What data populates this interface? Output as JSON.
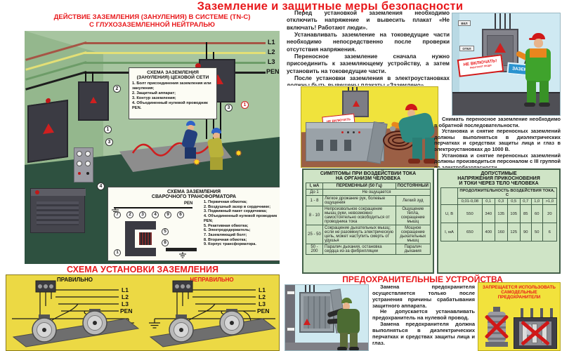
{
  "title": "Заземление и защитные меры безопасности",
  "colors": {
    "accent_red": "#e8191c",
    "table_bg": "#cfe4c6",
    "panel_yellow": "#ecd944",
    "warn_yellow": "#f2e23c"
  },
  "left": {
    "header_line1": "ДЕЙСТВИЕ ЗАЗЕМЛЕНИЯ (ЗАНУЛЕНИЯ) В СИСТЕМЕ (TN-C)",
    "header_line2": "С ГЛУХОЗАЗЕМЛЕННОЙ НЕЙТРАЛЬЮ",
    "bus_labels": [
      "L1",
      "L2",
      "L3",
      "PEN"
    ],
    "workshop_callouts": [
      "2",
      "3",
      "1",
      "3",
      "4",
      "1"
    ],
    "shop_schema": {
      "title_line1": "СХЕМА ЗАЗЕМЛЕНИЯ",
      "title_line2": "(ЗАНУЛЕНИЯ) ЦЕХОВОЙ СЕТИ",
      "items": [
        "1. Болт присоединения заземления или зануления;",
        "2. Защитный аппарат;",
        "3. Контур заземления;",
        "4. Объединенный нулевой проводник PEN."
      ]
    },
    "welder_schema": {
      "title_line1": "СХЕМА ЗАЗЕМЛЕНИЯ",
      "title_line2": "СВАРОЧНОГО ТРАНСФОРМАТОРА",
      "pen_label": "PEN",
      "callout_order": [
        "7",
        "2",
        "3",
        "4",
        "9",
        "6",
        "5",
        "8",
        "1"
      ],
      "items": [
        "1. Первичная обмотка;",
        "2. Воздушный зазор в сердечнике;",
        "3. Подвижный пакет сердечника;",
        "4. Объединенный нулевой проводник PEN;",
        "5. Реактивная обмотка;",
        "6. Электрододержатель;",
        "7. Заземляющий болт;",
        "8. Вторичная обмотка;",
        "9. Корпус трансформатора."
      ]
    },
    "install_schema": {
      "title": "СХЕМА УСТАНОВКИ ЗАЗЕМЛЕНИЯ",
      "correct_label": "ПРАВИЛЬНО",
      "incorrect_label": "НЕПРАВИЛЬНО",
      "bus_labels": [
        "L1",
        "L2",
        "L3",
        "PEN"
      ]
    }
  },
  "right": {
    "intro_paragraphs": [
      "Перед установкой заземления необходимо отключить напряжение и вывесить плакат «Не включать! Работают люди».",
      "Устанавливать заземление на токоведущие части необходимо непосредственно после проверки отсутствия напряжения.",
      "Переносное заземление сначала нужно присоединить к заземляющему устройству, а затем установить на токоведущие части.",
      "После установки заземления в электроустановках должны быть вывешены плакаты «Заземлено»."
    ],
    "removal_paragraphs": [
      "Снимать переносное заземление необходимо в обратной последовательности.",
      "Установка и снятие переносных заземлений должны выполняться в диэлектрических перчатках и средствах защиты лица и глаз в электроустановках до 1000 В.",
      "Установка и снятие переносных заземлений должны производиться персоналом с III группой по электробезопасности."
    ],
    "scene_top": {
      "vkl_label": "ВКЛ",
      "otkl_label": "ОТКЛ",
      "poster_title": "НЕ ВКЛЮЧАТЬ!",
      "poster_sub": "РАБОТАЮТ ЛЮДИ",
      "sign_grounded": "ЗАЗЕМЛЕНО"
    },
    "scene_mid": {
      "poster_title": "НЕ ВКЛЮЧАТЬ"
    },
    "symptoms_table": {
      "title_line1": "СИМПТОМЫ ПРИ ВОЗДЕЙСТВИИ ТОКА",
      "title_line2": "НА ОРГАНИЗМ ЧЕЛОВЕКА",
      "headers": [
        "I, мА",
        "ПЕРЕМЕННЫЙ (50 Гц)",
        "ПОСТОЯННЫЙ"
      ],
      "row_span": {
        "current": "До 1",
        "effect": "Не ощущается"
      },
      "rows": [
        {
          "current": "1 - 8",
          "ac": "Легкое дрожание рук, болевые ощущения",
          "dc": "Легкий зуд"
        },
        {
          "current": "8 - 10",
          "ac": "Непроизвольное сокращение мышц руки, невозможно самостоятельно освободиться от проводника тока",
          "dc": "Ощущение тепла, сокращение мышц"
        },
        {
          "current": "25 - 50",
          "ac": "Сокращение дыхательных мышц; если не разомкнуть электрическую цепь, может наступить смерть от удушья",
          "dc": "Мощное сокращение дыхательных мышц"
        },
        {
          "current": "50 - 200",
          "ac": "Паралич дыхания, остановка сердца из-за фибрилляции",
          "dc": "Паралич дыхания"
        }
      ]
    },
    "limits_table": {
      "title_line1": "ДОПУСТИМЫЕ",
      "title_line2": "НАПРЯЖЕНИЯ ПРИКОСНОВЕНИЯ",
      "title_line3": "И ТОКИ ЧЕРЕЗ ТЕЛО ЧЕЛОВЕКА",
      "duration_header": "ПРОДОЛЖИТЕЛЬНОСТЬ ВОЗДЕЙСТВИЯ ТОКА, С",
      "durations": [
        "0,01-0,08",
        "0,1",
        "0,3",
        "0,5",
        "0,7",
        "1,0",
        ">1,0"
      ],
      "rows": [
        {
          "label": "U, В",
          "values": [
            "550",
            "340",
            "135",
            "105",
            "85",
            "60",
            "20"
          ]
        },
        {
          "label": "I, мА",
          "values": [
            "650",
            "400",
            "160",
            "125",
            "90",
            "50",
            "6"
          ]
        }
      ]
    },
    "fuse_section": {
      "title": "ПРЕДОХРАНИТЕЛЬНЫЕ УСТРОЙСТВА",
      "paragraphs": [
        "Замена предохранителя осуществляется только после устранения причины срабатывания защитного аппарата.",
        "Не допускается устанавливать предохранитель на нулевой провод.",
        "Замена предохранителя должна выполняться в диэлектрических перчатках и средствах защиты лица и глаз."
      ],
      "forbidden_line1": "ЗАПРЕЩАЕТСЯ ИСПОЛЬЗОВАТЬ",
      "forbidden_line2": "САМОДЕЛЬНЫЕ",
      "forbidden_line3": "ПРЕДОХРАНИТЕЛИ"
    }
  }
}
